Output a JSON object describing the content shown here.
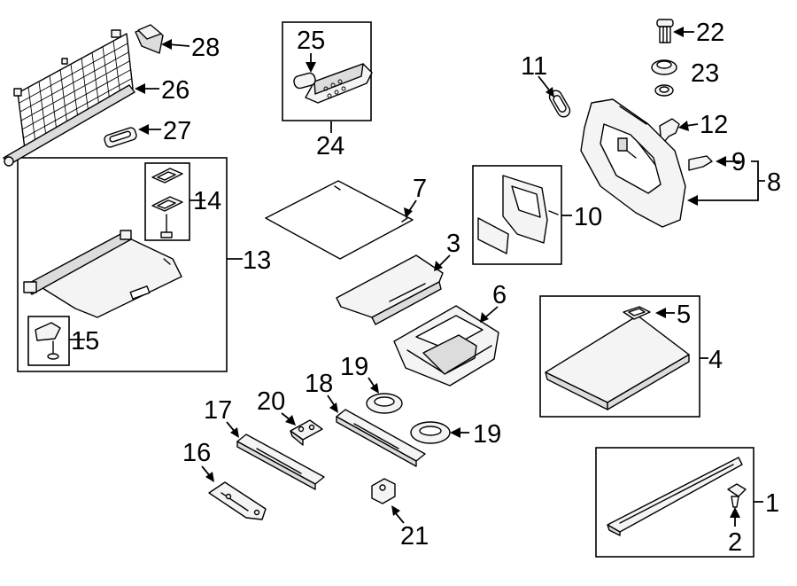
{
  "callouts": {
    "c1": "1",
    "c2": "2",
    "c3": "3",
    "c4": "4",
    "c5": "5",
    "c6": "6",
    "c7": "7",
    "c8": "8",
    "c9": "9",
    "c10": "10",
    "c11": "11",
    "c12": "12",
    "c13": "13",
    "c14": "14",
    "c15": "15",
    "c16": "16",
    "c17": "17",
    "c18": "18",
    "c19a": "19",
    "c19b": "19",
    "c20": "20",
    "c21": "21",
    "c22": "22",
    "c23": "23",
    "c24": "24",
    "c25": "25",
    "c26": "26",
    "c27": "27",
    "c28": "28"
  }
}
